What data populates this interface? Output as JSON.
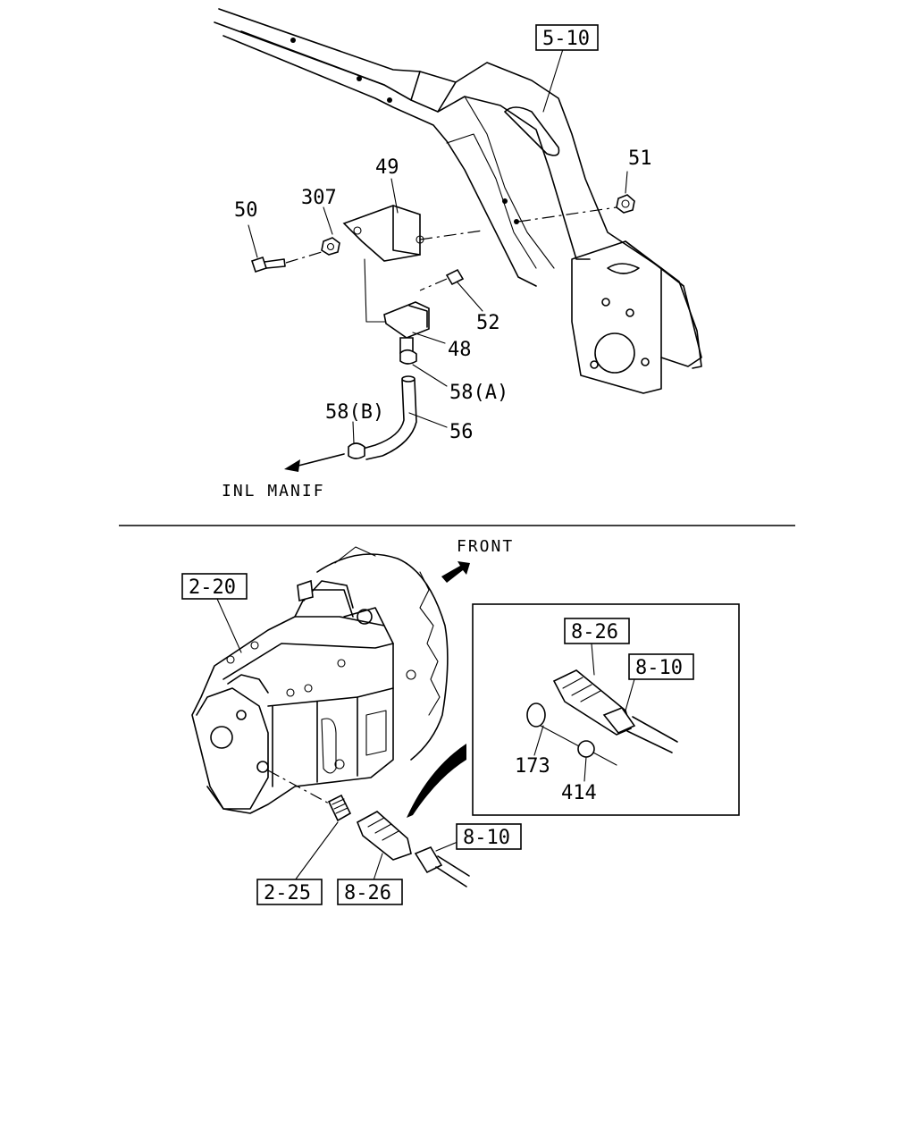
{
  "labels": {
    "ref_5_10": "5-10",
    "part_51": "51",
    "part_49": "49",
    "part_307": "307",
    "part_50": "50",
    "part_52": "52",
    "part_48": "48",
    "part_58a": "58(A)",
    "part_58b": "58(B)",
    "part_56": "56",
    "inl_manif": "INL MANIF",
    "front": "FRONT",
    "ref_2_20": "2-20",
    "inset_ref_8_26": "8-26",
    "inset_ref_8_10": "8-10",
    "part_173": "173",
    "part_414": "414",
    "ref_8_10": "8-10",
    "ref_2_25": "2-25",
    "ref_8_26": "8-26"
  }
}
